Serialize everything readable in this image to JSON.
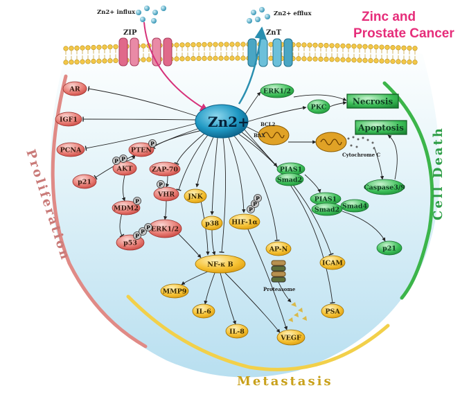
{
  "title": {
    "line1": "Zinc and",
    "line2": "Prostate Cancer"
  },
  "transport": {
    "influx": "Zn2+ influx",
    "efflux": "Zn2+ efflux",
    "zip": "ZIP",
    "znt": "ZnT"
  },
  "center": {
    "label": "Zn2+"
  },
  "regions": {
    "proliferation": "Proliferation",
    "metastasis": "Metastasis",
    "cell_death": "Cell Death"
  },
  "nodes": {
    "ar": "AR",
    "igf1": "IGF1",
    "pcna": "PCNA",
    "p21_left": "p21",
    "akt": "AKT",
    "pten": "PTEN",
    "zap70": "ZAP-70",
    "vhr": "VHR",
    "mdm2": "MDM2",
    "p53": "p53",
    "erk12_left": "ERK1/2",
    "jnk": "JNK",
    "p38": "p38",
    "hif1a": "HIF-1α",
    "nfkb": "NF-κ B",
    "mmp9": "MMP9",
    "il6": "IL-6",
    "il8": "IL-8",
    "vegf": "VEGF",
    "apn": "AP-N",
    "icam": "ICAM",
    "psa": "PSA",
    "proteasome": "Proteasome",
    "erk12_right": "ERK1/2",
    "pkc": "PKC",
    "necrosis": "Necrosis",
    "apoptosis": "Apoptosis",
    "bax": "BAX",
    "bcl2": "BCL2",
    "cytochrome": "Cytochrome C",
    "pias1_a": "PIAS1",
    "smad2_a": "Smad2",
    "pias1_b": "PIAS1",
    "smad2_b": "Smad2",
    "smad4": "Smad4",
    "caspase": "Caspase3/9",
    "p21_right": "p21",
    "p_badge": "P"
  },
  "colors": {
    "title": "#e62d7a",
    "proliferation_arc": "#e08a86",
    "metastasis_arc": "#f2d04a",
    "cell_death_arc": "#3cb54a",
    "cell_fill_top": "#ffffff",
    "cell_fill_bottom": "#bfe3ef",
    "center_node": "#1a8fb8",
    "red_node": "#d9544c",
    "green_node": "#2ea84a",
    "yellow_node": "#f2b21a",
    "zip_channel": "#e0698a",
    "znt_channel": "#4aa6c4",
    "influx_arrow": "#d6327a",
    "efflux_arrow": "#2a8fb0"
  }
}
